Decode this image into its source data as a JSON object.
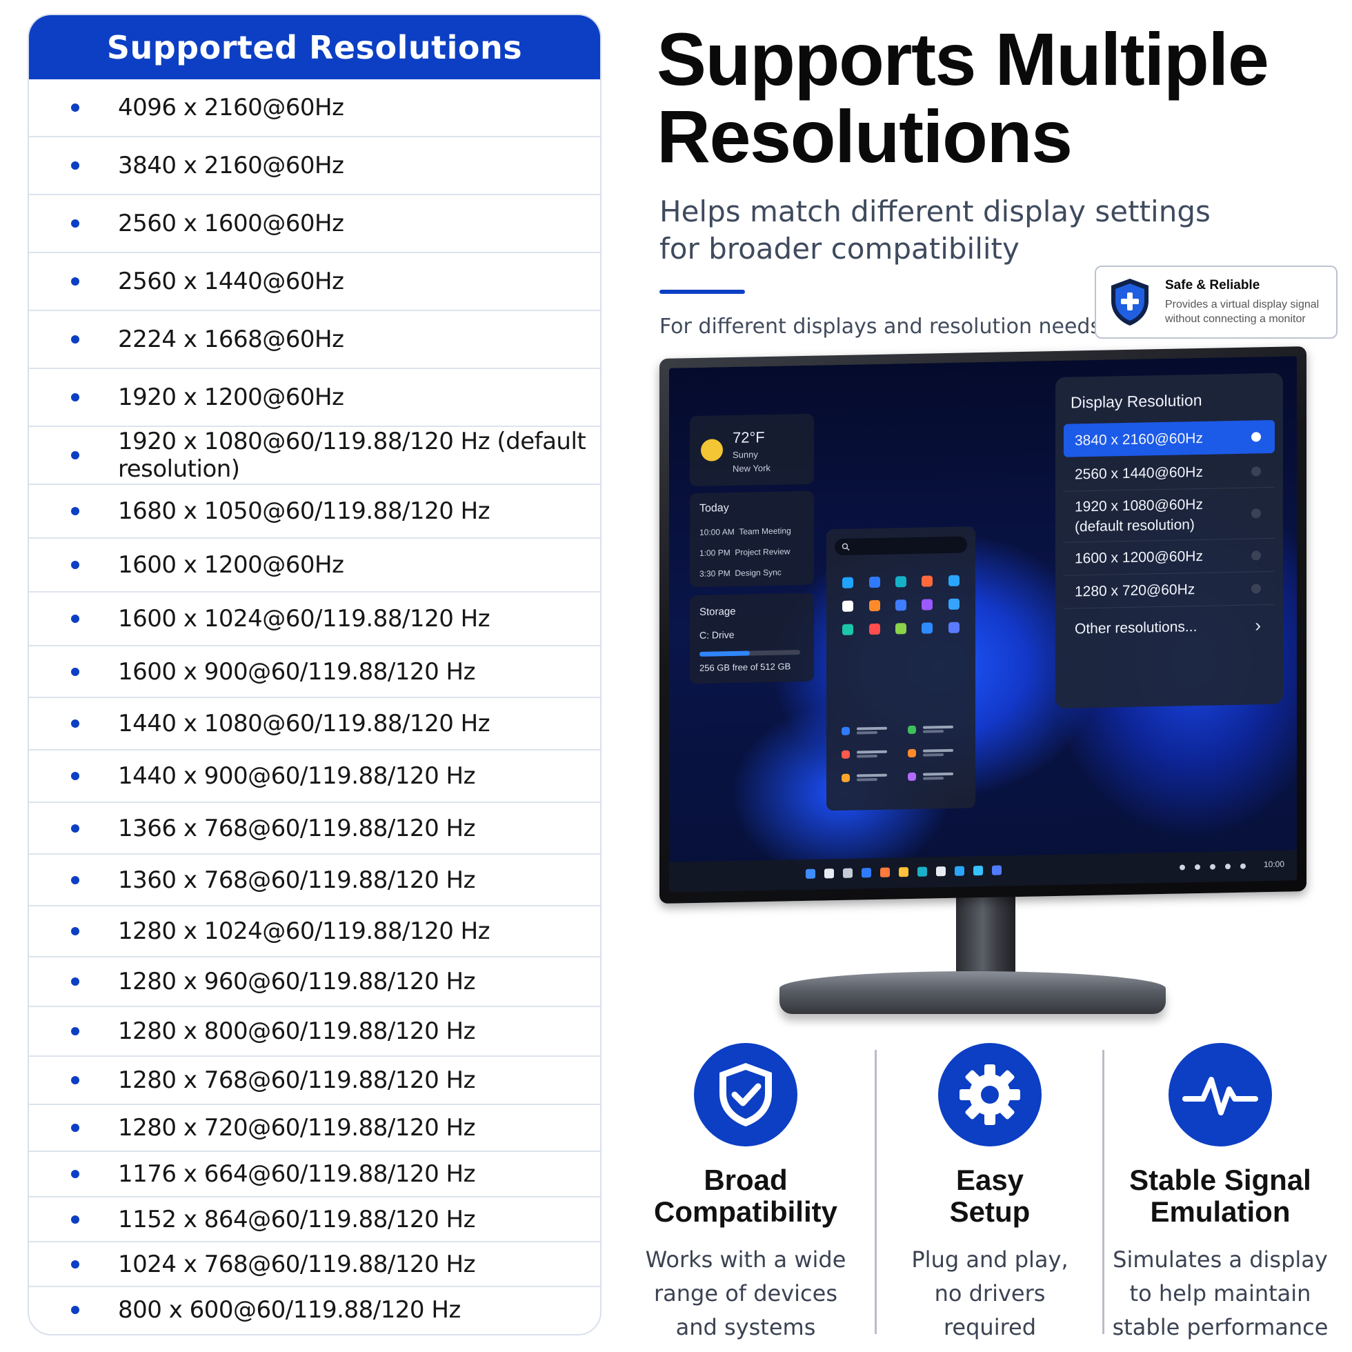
{
  "resolutions": {
    "title": "Supported Resolutions",
    "items": [
      "4096 x 2160@60Hz",
      "3840 x 2160@60Hz",
      "2560 x 1600@60Hz",
      "2560 x 1440@60Hz",
      "2224 x 1668@60Hz",
      "1920 x 1200@60Hz",
      "1920 x 1080@60/119.88/120 Hz (default resolution)",
      "1680 x 1050@60/119.88/120 Hz",
      "1600 x 1200@60Hz",
      "1600 x 1024@60/119.88/120 Hz",
      "1600 x 900@60/119.88/120 Hz",
      "1440 x 1080@60/119.88/120 Hz",
      "1440 x 900@60/119.88/120 Hz",
      "1366 x 768@60/119.88/120 Hz",
      "1360 x 768@60/119.88/120 Hz",
      "1280 x 1024@60/119.88/120 Hz",
      "1280 x 960@60/119.88/120 Hz",
      "1280 x 800@60/119.88/120 Hz",
      "1280 x 768@60/119.88/120 Hz",
      "1280 x 720@60/119.88/120 Hz",
      "1176 x 664@60/119.88/120 Hz",
      "1152 x 864@60/119.88/120 Hz",
      "1024 x 768@60/119.88/120 Hz",
      "800 x 600@60/119.88/120 Hz"
    ]
  },
  "hero": {
    "title_line1": "Supports Multiple",
    "title_line2": "Resolutions",
    "subtitle_line1": "Helps match different display settings",
    "subtitle_line2": "for broader compatibility",
    "needs": "For different displays and resolution needs"
  },
  "safe_card": {
    "icon": "shield-plus-icon",
    "title": "Safe & Reliable",
    "description": "Provides a virtual display signal without connecting a monitor"
  },
  "screen": {
    "weather": {
      "temp": "72°F",
      "condition": "Sunny",
      "city": "New York"
    },
    "today": {
      "title": "Today",
      "events": [
        {
          "time": "10:00 AM",
          "name": "Team Meeting"
        },
        {
          "time": "1:00 PM",
          "name": "Project Review"
        },
        {
          "time": "3:30 PM",
          "name": "Design Sync"
        }
      ]
    },
    "storage": {
      "title": "Storage",
      "drive": "C: Drive",
      "free": "256 GB free of 512 GB",
      "used_fraction": 0.5
    },
    "display_dialog": {
      "title": "Display Resolution",
      "options": [
        {
          "label": "3840 x 2160@60Hz",
          "selected": true
        },
        {
          "label": "2560 x 1440@60Hz",
          "selected": false
        },
        {
          "label_line1": "1920 x 1080@60Hz",
          "label_line2": "(default resolution)",
          "selected": false
        },
        {
          "label": "1600 x 1200@60Hz",
          "selected": false
        },
        {
          "label": "1280 x 720@60Hz",
          "selected": false
        }
      ],
      "more": "Other resolutions..."
    },
    "clock": "10:00"
  },
  "features": [
    {
      "icon": "shield-check-icon",
      "title_line1": "Broad",
      "title_line2": "Compatibility",
      "desc_line1": "Works with a wide",
      "desc_line2": "range of devices",
      "desc_line3": "and systems"
    },
    {
      "icon": "gear-icon",
      "title_line1": "Easy",
      "title_line2": "Setup",
      "desc_line1": "Plug and play,",
      "desc_line2": "no drivers",
      "desc_line3": "required"
    },
    {
      "icon": "pulse-icon",
      "title_line1": "Stable Signal",
      "title_line2": "Emulation",
      "desc_line1": "Simulates a display",
      "desc_line2": "to help maintain",
      "desc_line3": "stable performance"
    }
  ],
  "colors": {
    "brand_blue": "#0c3fc4",
    "selected_blue": "#1c5ae8"
  }
}
